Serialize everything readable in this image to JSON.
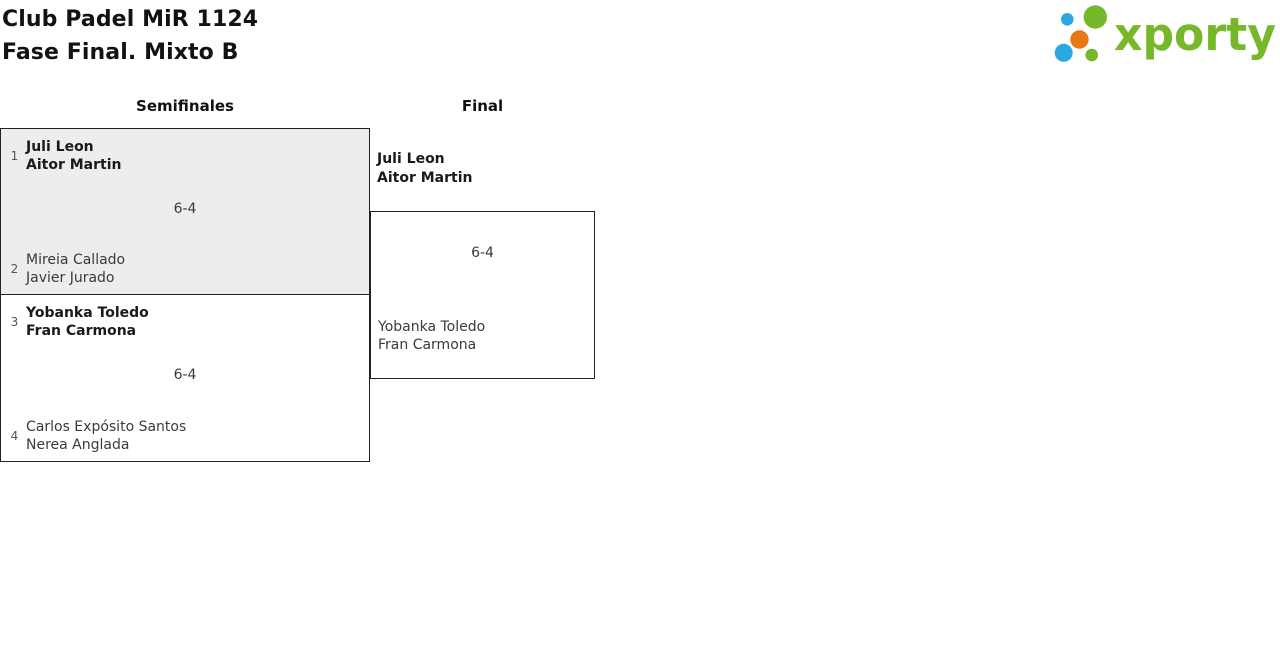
{
  "page_title": {
    "line1": "Club Padel MiR 1124",
    "line2": "Fase Final. Mixto B"
  },
  "logo": {
    "text": "xporty",
    "colors": {
      "green": "#76b82a",
      "blue": "#29a8e1",
      "orange": "#e87614"
    }
  },
  "rounds": {
    "semifinals_label": "Semifinales",
    "final_label": "Final"
  },
  "semifinals": [
    {
      "score": "6-4",
      "team1": {
        "seed": "1",
        "player1": "Juli Leon",
        "player2": "Aitor Martin",
        "winner": true
      },
      "team2": {
        "seed": "2",
        "player1": "Mireia Callado",
        "player2": "Javier Jurado",
        "winner": false
      }
    },
    {
      "score": "6-4",
      "team1": {
        "seed": "3",
        "player1": "Yobanka Toledo",
        "player2": "Fran Carmona",
        "winner": true
      },
      "team2": {
        "seed": "4",
        "player1": "Carlos Expósito Santos",
        "player2": "Nerea Anglada",
        "winner": false
      }
    }
  ],
  "final": {
    "score": "6-4",
    "winner": {
      "player1": "Juli Leon",
      "player2": "Aitor Martin",
      "winner": true
    },
    "team2": {
      "player1": "Yobanka Toledo",
      "player2": "Fran Carmona",
      "winner": false
    }
  }
}
